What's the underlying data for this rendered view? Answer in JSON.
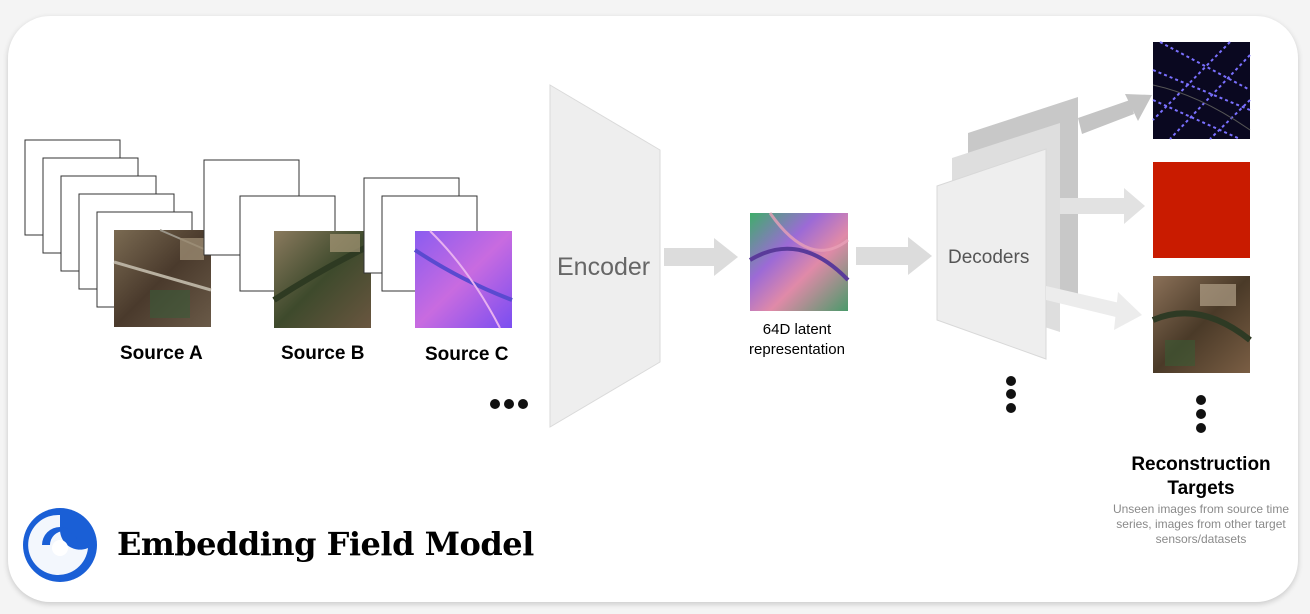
{
  "title": "Embedding Field Model",
  "sources": [
    {
      "label": "Source A"
    },
    {
      "label": "Source B"
    },
    {
      "label": "Source C"
    }
  ],
  "encoder_label": "Encoder",
  "latent": {
    "line1": "64D latent",
    "line2": "representation"
  },
  "decoders_label": "Decoders",
  "targets": {
    "title_line1": "Reconstruction",
    "title_line2": "Targets",
    "description": "Unseen images from source time series, images from other target sensors/datasets"
  },
  "icons": {
    "logo": "deepmind-logo-icon",
    "ellipsis": "ellipsis-icon"
  },
  "colors": {
    "logo_blue": "#1a5fd6",
    "target_red": "#c91b00",
    "arrow_gray": "#dcdcdc",
    "shape_gray": "#eeeeee"
  }
}
